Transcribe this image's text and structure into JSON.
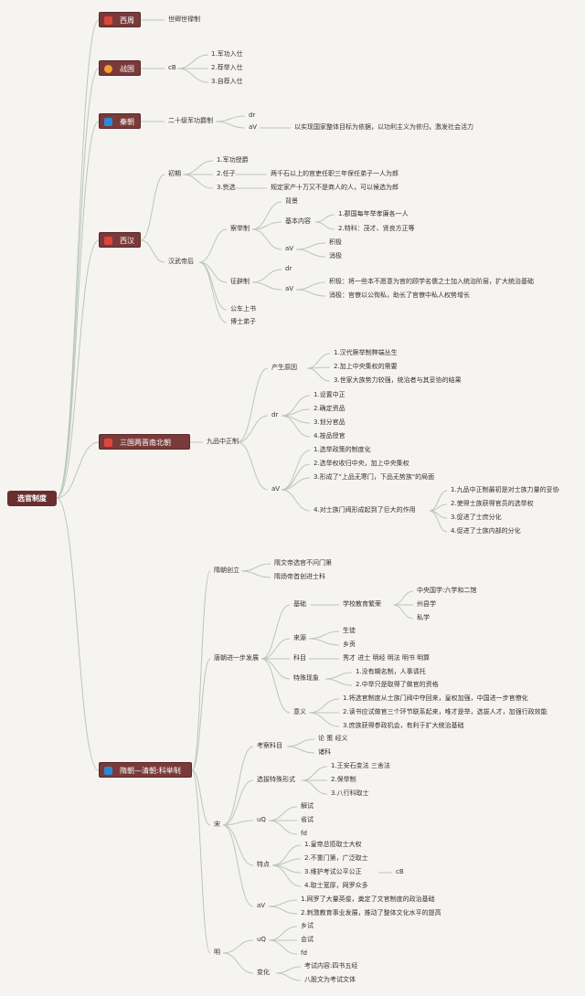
{
  "root": "选官制度",
  "colors": {
    "era_bg": "#7a3a3a",
    "root_bg": "#6b2e2e",
    "line": "#b8c8b8"
  },
  "eras": {
    "xizhou": {
      "label": "西周",
      "icon": "crown-icon"
    },
    "zhanguo": {
      "label": "战国",
      "icon": "sun-icon"
    },
    "qin": {
      "label": "秦朝",
      "icon": "blue-square-icon"
    },
    "xihan": {
      "label": "西汉",
      "icon": "crown-icon"
    },
    "sanguo": {
      "label": "三国两晋南北朝",
      "icon": "crown-icon"
    },
    "suitang": {
      "label": "隋朝—清朝:科举制",
      "icon": "blue-square-icon"
    }
  },
  "xizhou": {
    "n1": "世卿世禄制"
  },
  "zhanguo": {
    "cb": "cB",
    "i1": "1.军功入仕",
    "i2": "2.荐举入仕",
    "i3": "3.自荐入仕"
  },
  "qin": {
    "main": "二十级军功爵制",
    "dr": "dr",
    "av": "aV",
    "av_text": "以实现国家整体目标为依据，以功利主义为依归，激发社会活力"
  },
  "xihan": {
    "chuqi": "初期",
    "c1": "1.军功授爵",
    "c2": "2.任子",
    "c2_text": "两千石以上的官吏任职三年保任弟子一人为郎",
    "c3": "3.赀选",
    "c3_text": "规定家产十万又不是商人的人，可以候选为郎",
    "wudi": "汉武帝后",
    "chaju": "察举制",
    "beijing": "背景",
    "jiben": "基本内容",
    "jb1": "1.郡国每年举孝廉各一人",
    "jb2": "2.特科：茂才、贤良方正等",
    "av1": "aV",
    "jiji1": "积极",
    "xiaoji1": "消极",
    "zhengbi": "征辟制",
    "dr2": "dr",
    "av2": "aV",
    "jiji2": "积极：将一些本不愿意为官的顾学名儒之士加入统治阶层，扩大统治基础",
    "xiaoji2": "消极：官僚以公徇私，助长了官僚中私人权势增长",
    "shangshu": "公车上书",
    "boshi": "博士弟子"
  },
  "sanguo": {
    "jiupin": "九品中正制",
    "chansheng": "产生原因",
    "p1": "1.汉代察举制弊端丛生",
    "p2": "2.加上中央集权的需要",
    "p3": "3.世家大族势力较强，统治者与其妥协的结果",
    "dr": "dr",
    "d1": "1.设置中正",
    "d2": "2.确定资品",
    "d3": "3.划分官品",
    "d4": "4.按品授官",
    "av": "aV",
    "a1": "1.选举政策的制度化",
    "a2": "2.选举权收归中央，加上中央集权",
    "a3": "3.形成了\"上品无寒门，下品无势族\"的局面",
    "a4": "4.对士族门阀形成起到了巨大的作用",
    "b1": "1.九品中正制最初是对士族力量的妥协",
    "b2": "2.使得士族获得官员的选举权",
    "b3": "3.促进了士庶分化",
    "b4": "4.促进了士族内部的分化"
  },
  "suitang": {
    "sui": "隋朝创立",
    "s1": "隋文帝选官不问门第",
    "s2": "隋炀帝首创进士科",
    "tang": "唐朝进一步发展",
    "jichu": "基础",
    "xuexiao": "学校教育繁荣",
    "x1": "中央国学:六学和二馆",
    "x2": "州县学",
    "x3": "私学",
    "laiyuan": "来源",
    "l1": "生徒",
    "l2": "乡贡",
    "kemu": "科目",
    "kemu_text": "秀才 进士 明经 明法 明书 明算",
    "teshu": "特殊现象",
    "t1": "1.没有糊名制，人事请托",
    "t2": "2.中举只是取得了做官的资格",
    "yiyi": "意义",
    "y1": "1.将选官制度从士族门阀中夺回来，皇权加强，中国进一步官僚化",
    "y2": "2.读书应试做官三个环节联系起来，唯才是举，选拔人才，加强行政效能",
    "y3": "3.庶族获得参政机会，有利于扩大统治基础",
    "song": "宋",
    "kaocha": "考察科目",
    "k1": "论 策 经义",
    "k2": "诸科",
    "xuanba": "选拔特殊形式",
    "xb1": "1.王安石变法 三舍法",
    "xb2": "2.保举制",
    "xb3": "3.八行科取士",
    "uq1": "uQ",
    "u1": "解试",
    "u2": "省试",
    "u3": "fd",
    "tedian": "特点",
    "td1": "1.皇帝总揽取士大权",
    "td2": "2.不重门第，广泛取士",
    "td3": "3.维护考试公平公正",
    "td3_cb": "cB",
    "td4": "4.取士宽厚，网罗众多",
    "av": "aV",
    "av1": "1.网罗了大量英俊，奠定了文官制度的政治基础",
    "av2": "2.刺激教育事业发展，推动了整体文化水平的提高",
    "ming": "明",
    "uq2": "uQ",
    "m1": "乡试",
    "m2": "会试",
    "m3": "fd",
    "bianhua": "变化",
    "bh1": "考试内容:四书五经",
    "bh2": "八股文为考试文体"
  }
}
